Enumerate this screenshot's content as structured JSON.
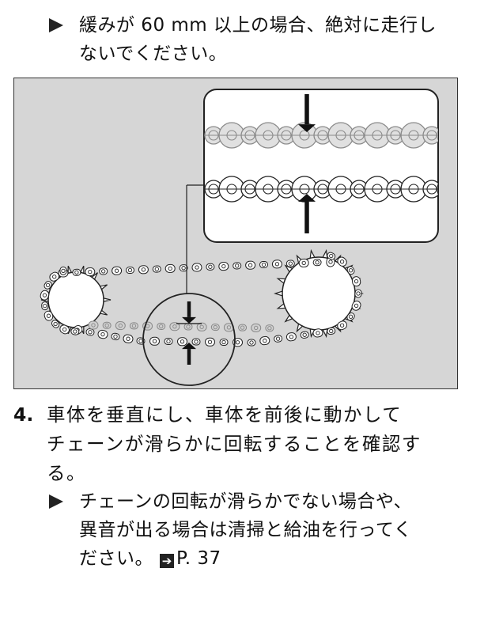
{
  "top_note": {
    "line1": "緩みが 60 mm 以上の場合、絶対に走行し",
    "line2": "ないでください。"
  },
  "figure": {
    "icons": [
      "chain-diagram",
      "down-arrow-icon",
      "up-arrow-icon",
      "magnifier-circle"
    ]
  },
  "step": {
    "number": "4.",
    "line1": "車体を垂直にし、車体を前後に動かして",
    "line2": "チェーンが滑らかに回転することを確認す",
    "line3": "る。"
  },
  "sub_note": {
    "line1": "チェーンの回転が滑らかでない場合や、",
    "line2": "異音が出る場合は清掃と給油を行ってく",
    "line3": "ださい。",
    "page_ref": "P. 37"
  }
}
